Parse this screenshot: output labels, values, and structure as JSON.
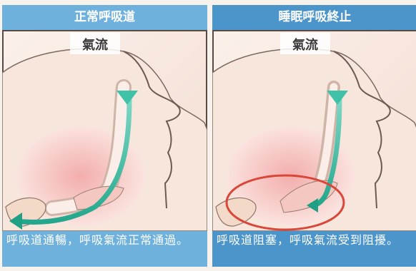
{
  "panels": {
    "left": {
      "title": "正常呼吸道",
      "airflow_label": "氣流",
      "caption": "呼吸道通暢，呼吸氣流正常通過。"
    },
    "right": {
      "title": "睡眠呼吸終止",
      "airflow_label": "氣流",
      "caption": "呼吸道阻塞，呼吸氣流受到阻擾。"
    }
  },
  "colors": {
    "header_left": "#6fb1dd",
    "header_right": "#4b95cb",
    "airflow_arrow": "#3fc2a8",
    "obstruction_circle": "#d9473a"
  }
}
